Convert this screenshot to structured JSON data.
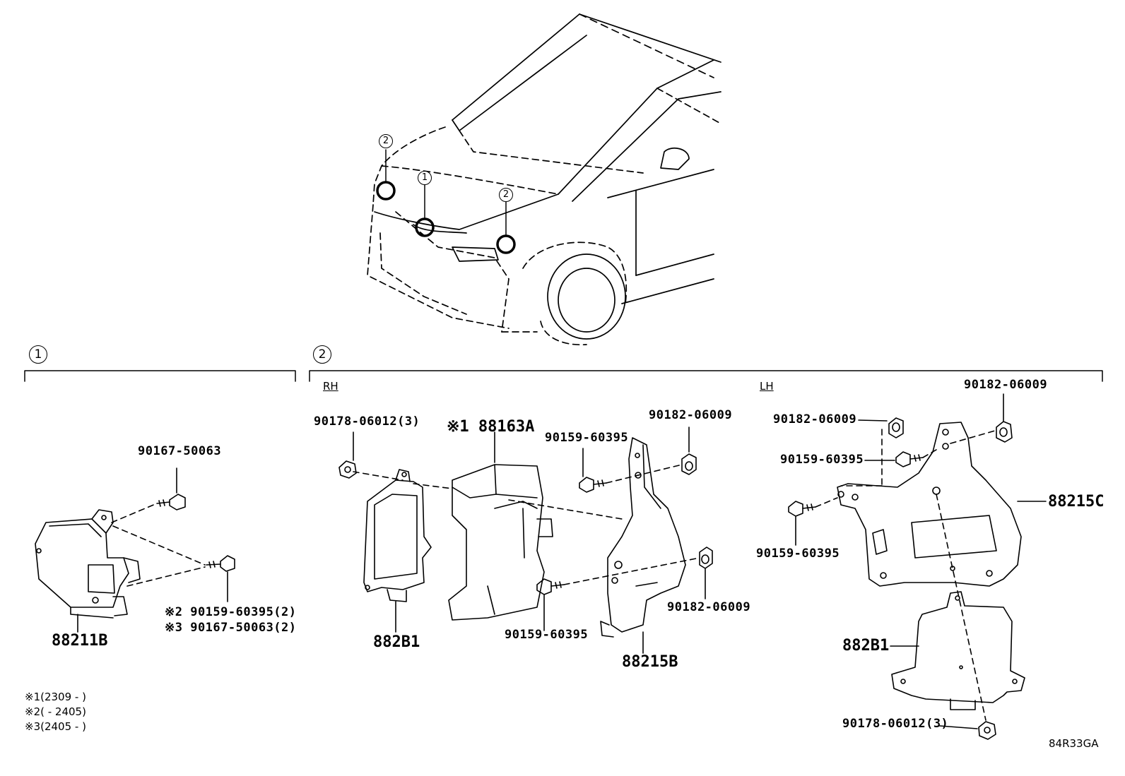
{
  "sections": {
    "one": {
      "marker": "1"
    },
    "two": {
      "marker": "2",
      "rh": "RH",
      "lh": "LH"
    }
  },
  "vehicle_markers": [
    "2",
    "1",
    "2"
  ],
  "parts": {
    "p1_bolt_top": "90167-50063",
    "p1_note2": "※2 90159-60395(2)",
    "p1_note3": "※3 90167-50063(2)",
    "p1_sensor": "88211B",
    "rh_nut": "90178-06012(3)",
    "rh_cover": "※1 88163A",
    "rh_bolt_top": "90159-60395",
    "rh_clip_top": "90182-06009",
    "rh_clip_bottom": "90182-06009",
    "rh_bolt_bottom": "90159-60395",
    "rh_radar": "882B1",
    "rh_bracket": "88215B",
    "lh_clip_left": "90182-06009",
    "lh_clip_right": "90182-06009",
    "lh_bolt_mid": "90159-60395",
    "lh_bolt_low": "90159-60395",
    "lh_bracket": "88215C",
    "lh_radar": "882B1",
    "lh_nut": "90178-06012(3)"
  },
  "footnotes": [
    "※1(2309 -      )",
    "※2(      - 2405)",
    "※3(2405 -      )"
  ],
  "drawing_code": "84R33GA"
}
